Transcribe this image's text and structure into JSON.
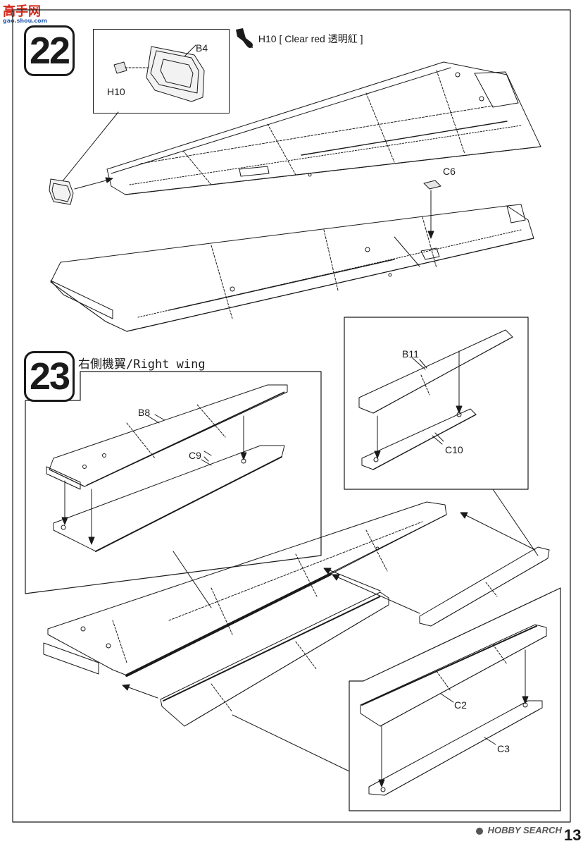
{
  "site_logo": {
    "chars": "高手网",
    "url_text": "gao.shou.com"
  },
  "step22": {
    "number": "22",
    "paint_callout": "H10 [ Clear red  透明紅 ]",
    "parts": {
      "b4": "B4",
      "h10": "H10",
      "c6": "C6"
    }
  },
  "step23": {
    "number": "23",
    "heading": "右側機翼/Right wing",
    "parts": {
      "b8": "B8",
      "c9": "C9",
      "b11": "B11",
      "c10": "C10",
      "c2": "C2",
      "c3": "C3"
    }
  },
  "footer": {
    "watermark": "HOBBY SEARCH",
    "page_number": "13"
  },
  "colors": {
    "ink": "#1a1a1a",
    "logo_red": "#d42a1c",
    "logo_blue": "#2a5db0"
  }
}
